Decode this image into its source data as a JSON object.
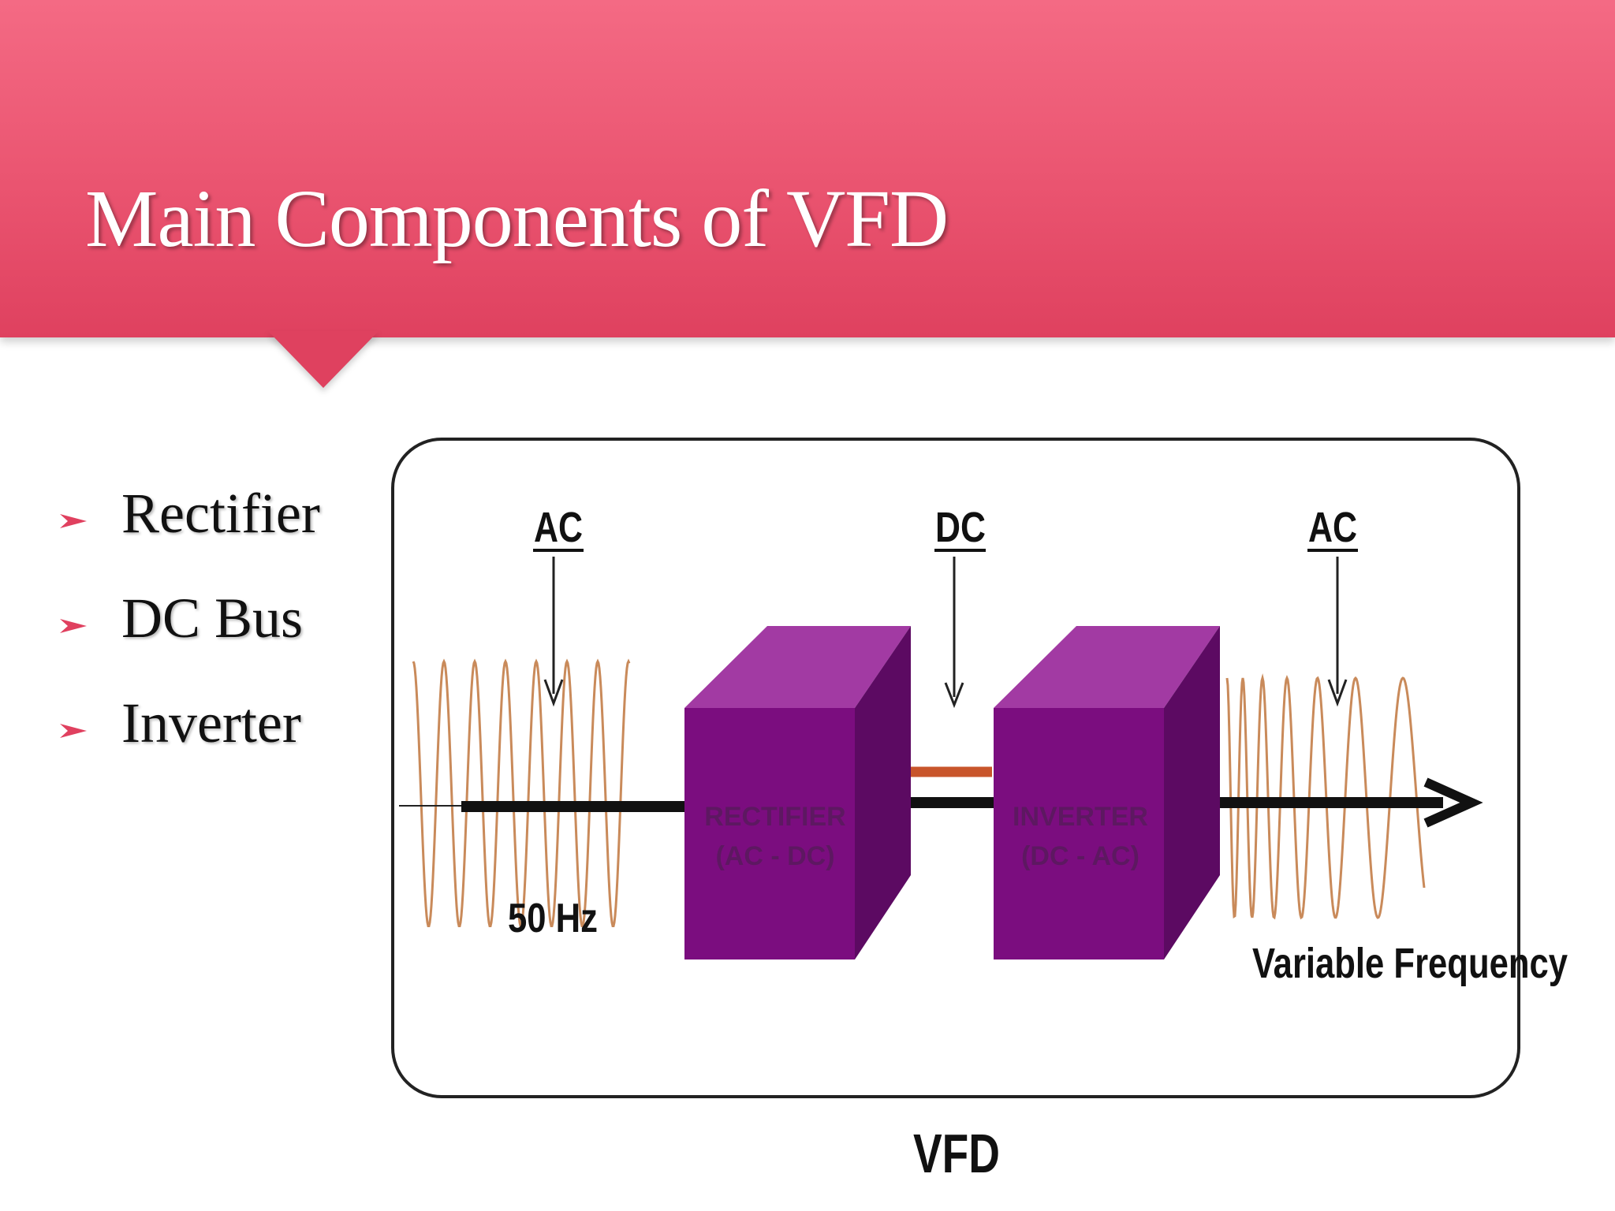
{
  "slide": {
    "title": "Main Components of VFD",
    "bullets": [
      {
        "label": "Rectifier"
      },
      {
        "label": "DC Bus"
      },
      {
        "label": "Inverter"
      }
    ]
  },
  "diagram": {
    "labels": {
      "ac_in": "AC",
      "dc": "DC",
      "ac_out": "AC",
      "input_freq": "50 Hz",
      "output_freq": "Variable Frequency",
      "caption": "VFD"
    },
    "rectifier_block": {
      "line1": "RECTIFIER",
      "line2": "(AC - DC)"
    },
    "inverter_block": {
      "line1": "INVERTER",
      "line2": "(DC - AC)"
    }
  },
  "colors": {
    "banner": "#ea5470",
    "block_front": "#7b0d7f",
    "block_top": "#a23aa3",
    "block_side": "#5c0a62",
    "sine_wave": "#c98a5a",
    "dc_bus_line": "#c8552b",
    "bullet_arrow": "#e0405f"
  }
}
